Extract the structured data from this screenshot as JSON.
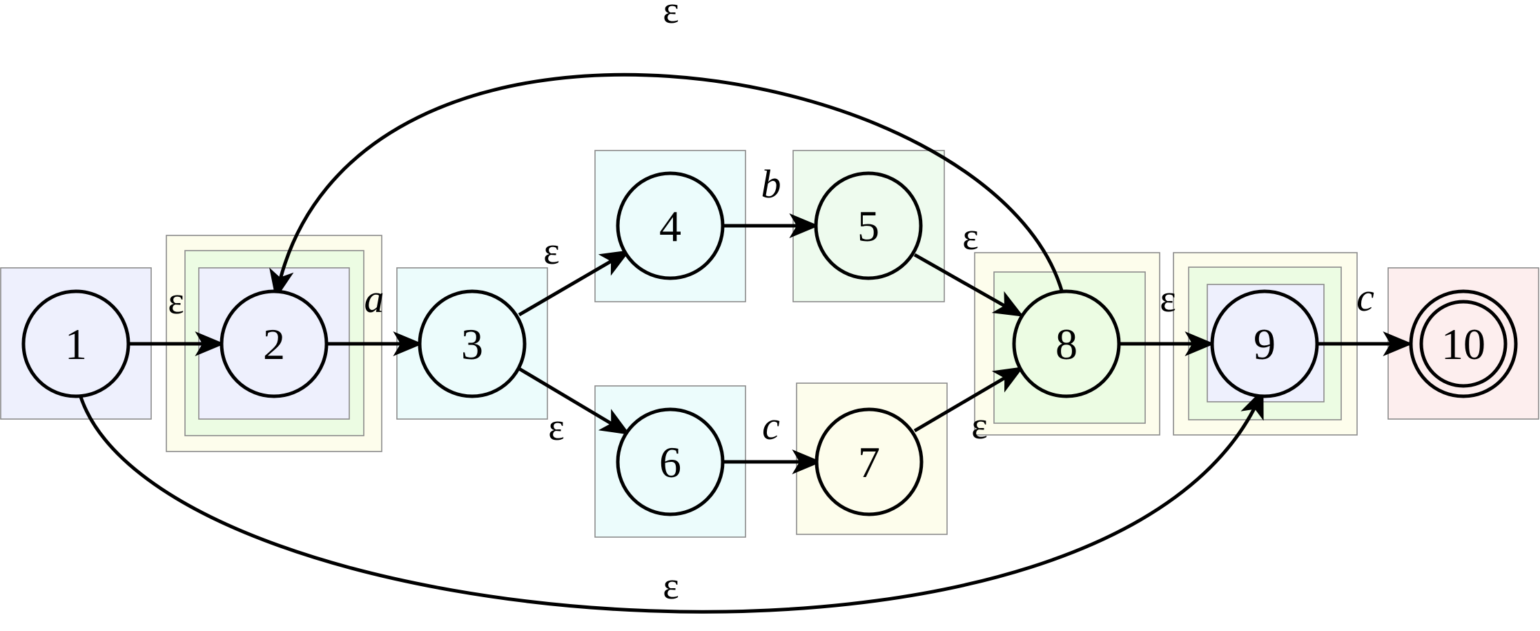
{
  "diagram": {
    "states": [
      {
        "id": "1",
        "label": "1",
        "accepting": false,
        "fill": "#eef0fd"
      },
      {
        "id": "2",
        "label": "2",
        "accepting": false,
        "fill": "#eef0fd"
      },
      {
        "id": "3",
        "label": "3",
        "accepting": false,
        "fill": "#ecfcfc"
      },
      {
        "id": "4",
        "label": "4",
        "accepting": false,
        "fill": "#ecfcfc"
      },
      {
        "id": "5",
        "label": "5",
        "accepting": false,
        "fill": "#eefbee"
      },
      {
        "id": "6",
        "label": "6",
        "accepting": false,
        "fill": "#ecfcfc"
      },
      {
        "id": "7",
        "label": "7",
        "accepting": false,
        "fill": "#fdfdec"
      },
      {
        "id": "8",
        "label": "8",
        "accepting": false,
        "fill": "#ecfce3"
      },
      {
        "id": "9",
        "label": "9",
        "accepting": false,
        "fill": "#eef0fd"
      },
      {
        "id": "10",
        "label": "10",
        "accepting": true,
        "fill": "#fdeeee"
      }
    ],
    "transitions": [
      {
        "from": "1",
        "to": "2",
        "label": "ε"
      },
      {
        "from": "2",
        "to": "3",
        "label": "a"
      },
      {
        "from": "3",
        "to": "4",
        "label": "ε"
      },
      {
        "from": "3",
        "to": "6",
        "label": "ε"
      },
      {
        "from": "4",
        "to": "5",
        "label": "b"
      },
      {
        "from": "6",
        "to": "7",
        "label": "c"
      },
      {
        "from": "5",
        "to": "8",
        "label": "ε"
      },
      {
        "from": "7",
        "to": "8",
        "label": "ε"
      },
      {
        "from": "8",
        "to": "9",
        "label": "ε"
      },
      {
        "from": "9",
        "to": "10",
        "label": "c"
      },
      {
        "from": "8",
        "to": "2",
        "label": "ε"
      },
      {
        "from": "1",
        "to": "9",
        "label": "ε"
      }
    ],
    "colors": {
      "blue": "#eef0fd",
      "cyan": "#ecfcfc",
      "green": "#eefbee",
      "light_green": "#ecfce3",
      "yellow": "#fdfdec",
      "pink": "#fdeeee"
    }
  }
}
